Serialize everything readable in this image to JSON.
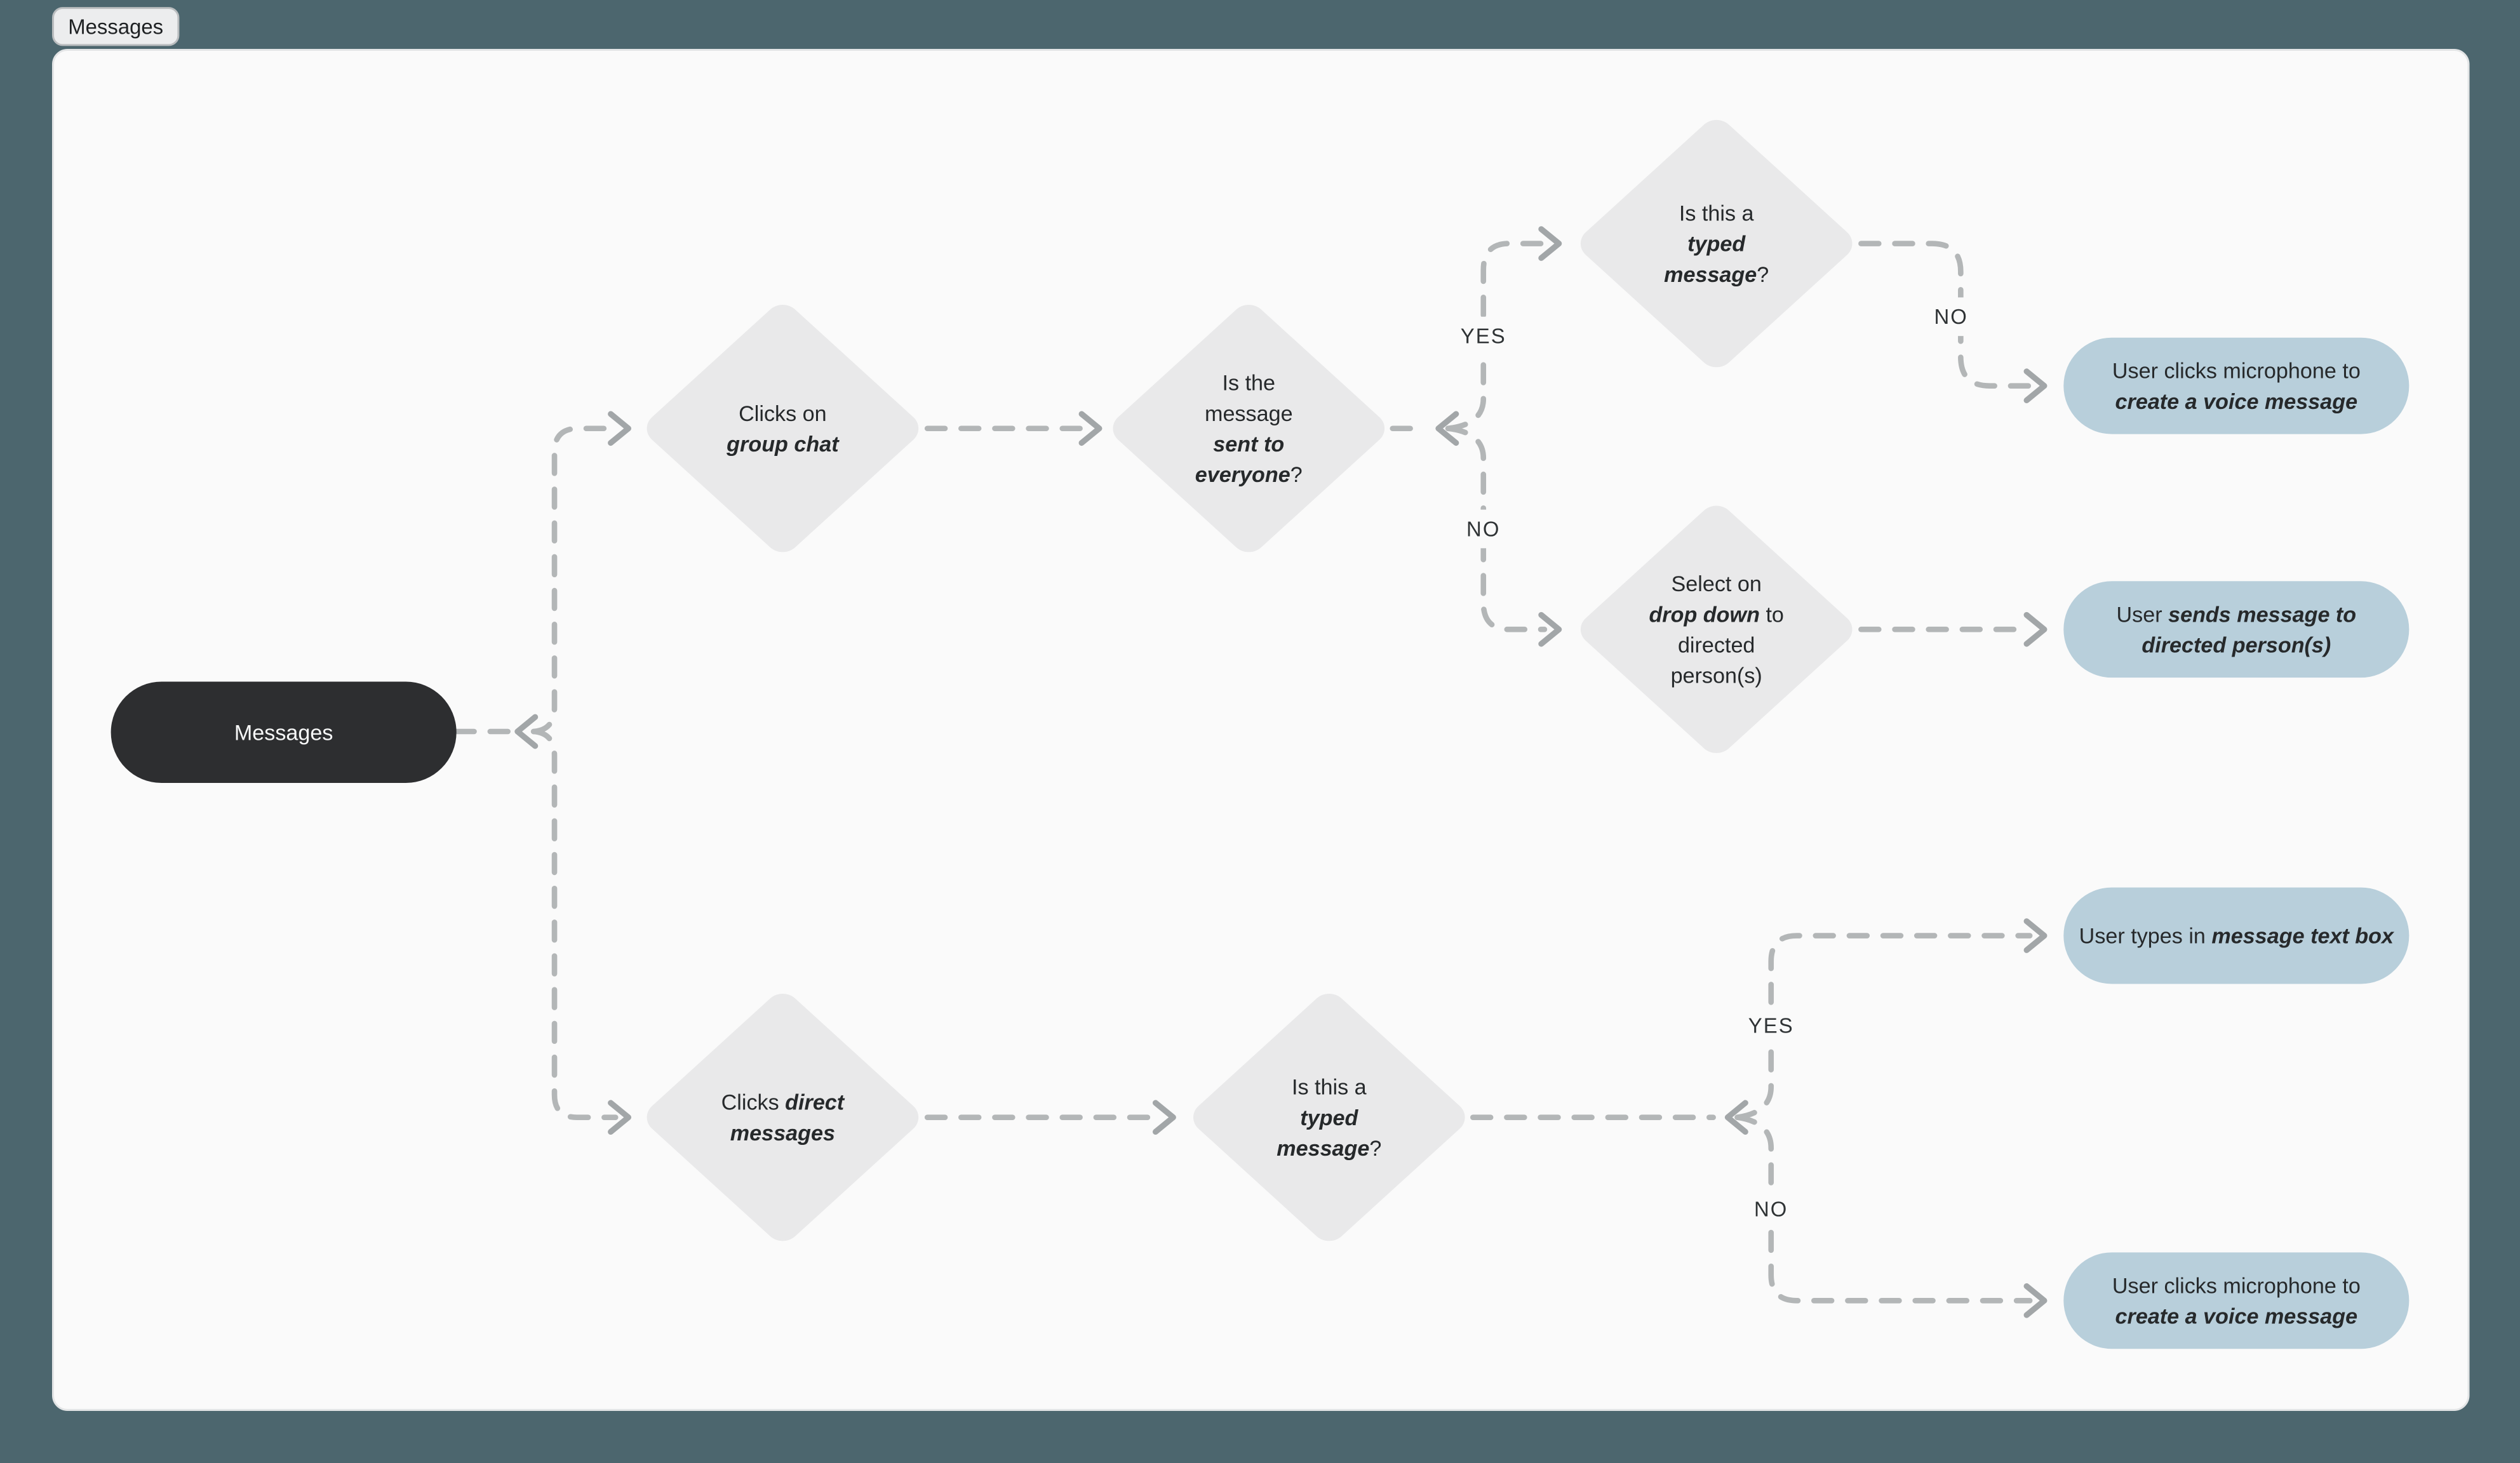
{
  "colors": {
    "background": "#4c666e",
    "canvas": "#fafafa",
    "node_gray": "#e9e9ea",
    "node_blue": "#b8cfdb",
    "node_dark": "#2d2e30",
    "connector": "#b3b6b7",
    "arrowhead": "#a2a6a8",
    "tab_fill": "#ecedee"
  },
  "tab": {
    "label": "Messages"
  },
  "flowchart": {
    "start": {
      "label": "Messages"
    },
    "decisions": {
      "group_chat": {
        "lines": [
          {
            "runs": [
              {
                "t": "Clicks on",
                "bi": false
              }
            ]
          },
          {
            "runs": [
              {
                "t": "group chat",
                "bi": true
              }
            ]
          }
        ]
      },
      "sent_to_everyone": {
        "lines": [
          {
            "runs": [
              {
                "t": "Is the",
                "bi": false
              }
            ]
          },
          {
            "runs": [
              {
                "t": "message",
                "bi": false
              }
            ]
          },
          {
            "runs": [
              {
                "t": "sent to",
                "bi": true
              }
            ]
          },
          {
            "runs": [
              {
                "t": "everyone",
                "bi": true
              },
              {
                "t": "?",
                "bi": false
              }
            ]
          }
        ]
      },
      "typed_message_top": {
        "lines": [
          {
            "runs": [
              {
                "t": "Is this a",
                "bi": false
              }
            ]
          },
          {
            "runs": [
              {
                "t": "typed",
                "bi": true
              }
            ]
          },
          {
            "runs": [
              {
                "t": "message",
                "bi": true
              },
              {
                "t": "?",
                "bi": false
              }
            ]
          }
        ]
      },
      "drop_down": {
        "lines": [
          {
            "runs": [
              {
                "t": "Select on",
                "bi": false
              }
            ]
          },
          {
            "runs": [
              {
                "t": "drop down",
                "bi": true
              },
              {
                "t": " to",
                "bi": false
              }
            ]
          },
          {
            "runs": [
              {
                "t": "directed",
                "bi": false
              }
            ]
          },
          {
            "runs": [
              {
                "t": "person(s)",
                "bi": false
              }
            ]
          }
        ]
      },
      "direct_messages": {
        "lines": [
          {
            "runs": [
              {
                "t": "Clicks ",
                "bi": false
              },
              {
                "t": "direct",
                "bi": true
              }
            ]
          },
          {
            "runs": [
              {
                "t": "messages",
                "bi": true
              }
            ]
          }
        ]
      },
      "typed_message_bottom": {
        "lines": [
          {
            "runs": [
              {
                "t": "Is this a",
                "bi": false
              }
            ]
          },
          {
            "runs": [
              {
                "t": "typed",
                "bi": true
              }
            ]
          },
          {
            "runs": [
              {
                "t": "message",
                "bi": true
              },
              {
                "t": "?",
                "bi": false
              }
            ]
          }
        ]
      }
    },
    "terminals": {
      "voice_top": {
        "lines": [
          {
            "runs": [
              {
                "t": "User clicks microphone to",
                "bi": false
              }
            ]
          },
          {
            "runs": [
              {
                "t": "create a voice message",
                "bi": true
              }
            ]
          }
        ]
      },
      "sends_directed": {
        "lines": [
          {
            "runs": [
              {
                "t": "User ",
                "bi": false
              },
              {
                "t": "sends message to",
                "bi": true
              }
            ]
          },
          {
            "runs": [
              {
                "t": "directed person(s)",
                "bi": true
              }
            ]
          }
        ]
      },
      "types_textbox": {
        "lines": [
          {
            "runs": [
              {
                "t": "User types in ",
                "bi": false
              },
              {
                "t": "message text box",
                "bi": true
              }
            ]
          }
        ]
      },
      "voice_bottom": {
        "lines": [
          {
            "runs": [
              {
                "t": "User clicks microphone to",
                "bi": false
              }
            ]
          },
          {
            "runs": [
              {
                "t": "create a voice message",
                "bi": true
              }
            ]
          }
        ]
      }
    },
    "edge_labels": {
      "yes_top": "YES",
      "no_mid": "NO",
      "no_right": "NO",
      "yes_bottom": "YES",
      "no_bottom": "NO"
    }
  }
}
